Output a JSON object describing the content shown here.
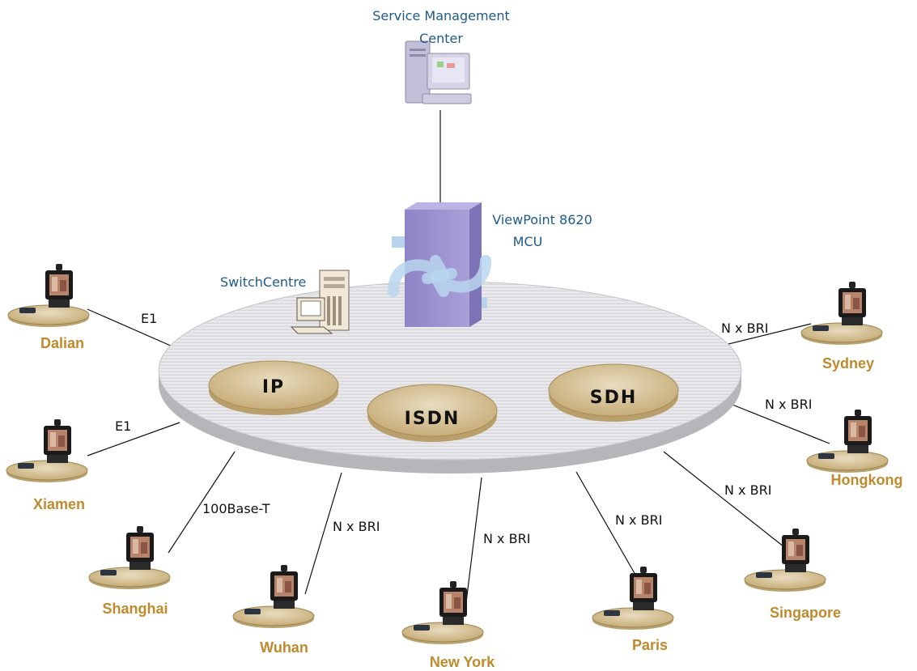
{
  "smc": {
    "line1": "Service Management",
    "line2": "Center"
  },
  "mcu": {
    "line1": "ViewPoint 8620",
    "line2": "MCU"
  },
  "switchcentre": {
    "label": "SwitchCentre"
  },
  "networks": {
    "ip": "IP",
    "isdn": "ISDN",
    "sdh": "SDH"
  },
  "sites": {
    "dalian": {
      "name": "Dalian",
      "link": "E1"
    },
    "xiamen": {
      "name": "Xiamen",
      "link": "E1"
    },
    "shanghai": {
      "name": "Shanghai",
      "link": "100Base-T"
    },
    "wuhan": {
      "name": "Wuhan",
      "link": "N x BRI"
    },
    "newyork": {
      "name": "New York",
      "link": "N x BRI"
    },
    "paris": {
      "name": "Paris",
      "link": "N x BRI"
    },
    "singapore": {
      "name": "Singapore",
      "link": "N x BRI"
    },
    "hongkong": {
      "name": "Hongkong",
      "link": "N x BRI"
    },
    "sydney": {
      "name": "Sydney",
      "link": "N x BRI"
    }
  },
  "colors": {
    "platform_top": "#e4e4e8",
    "platform_edge": "#b5b5ba",
    "network_disc": "#dcc9a0",
    "mcu_body": "#9b8fcc",
    "city_label": "#c08a2c",
    "blue_label": "#1f5a8a"
  },
  "icons": {
    "smc": "computer-icon",
    "mcu": "mcu-icon",
    "switchcentre": "server-icon",
    "site": "videoconference-terminal-icon"
  }
}
